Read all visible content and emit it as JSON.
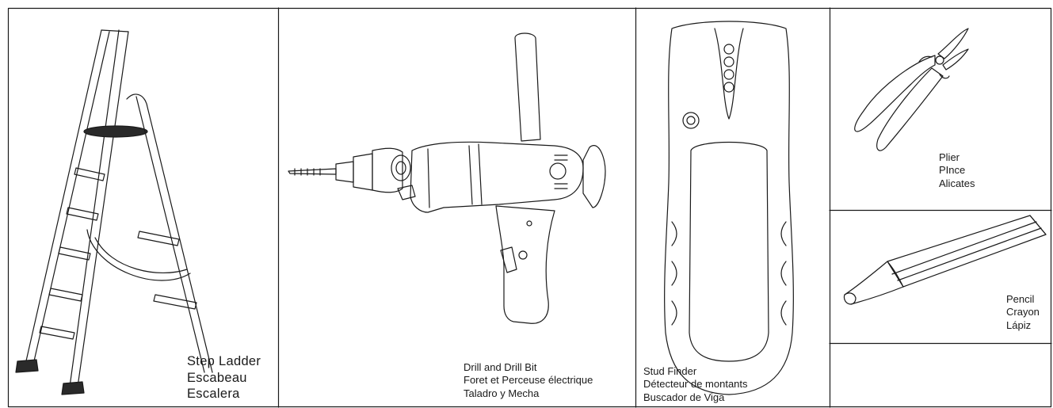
{
  "panels": {
    "ladder": {
      "name": "Step Ladder",
      "line2": "Escabeau",
      "line3": "Escalera"
    },
    "drill": {
      "name": "Drill and Drill Bit",
      "line2": "Foret et Perceuse électrique",
      "line3": "Taladro y Mecha"
    },
    "stud_finder": {
      "name": "Stud Finder",
      "line2": "Détecteur de montants",
      "line3": "Buscador de Viga"
    },
    "plier": {
      "name": "Plier",
      "line2": "PInce",
      "line3": "Alicates"
    },
    "pencil": {
      "name": "Pencil",
      "line2": "Crayon",
      "line3": "Lápiz"
    }
  },
  "colors": {
    "line": "#1a1a1a",
    "fill_dark": "#2a2a2a",
    "background": "#ffffff"
  }
}
